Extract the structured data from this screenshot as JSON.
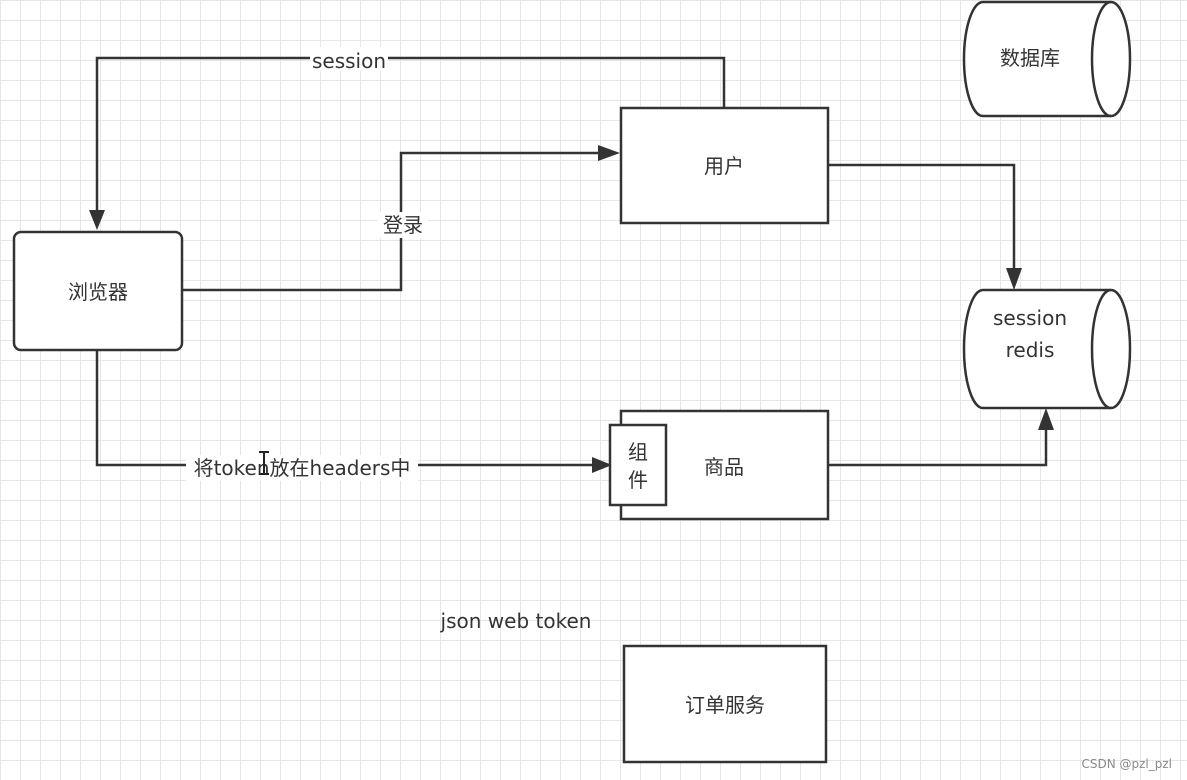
{
  "nodes": {
    "browser": {
      "label": "浏览器"
    },
    "user": {
      "label": "用户"
    },
    "product": {
      "label": "商品"
    },
    "component": {
      "line1": "组",
      "line2": "件"
    },
    "order": {
      "label": "订单服务"
    },
    "database": {
      "label": "数据库"
    },
    "redis": {
      "line1": "session",
      "line2": "redis"
    }
  },
  "edges": {
    "session": {
      "label": "session"
    },
    "login": {
      "label": "登录"
    },
    "token_headers": {
      "label": "将token放在headers中"
    }
  },
  "annotations": {
    "jwt": "json web token"
  },
  "watermark": "CSDN @pzl_pzl"
}
